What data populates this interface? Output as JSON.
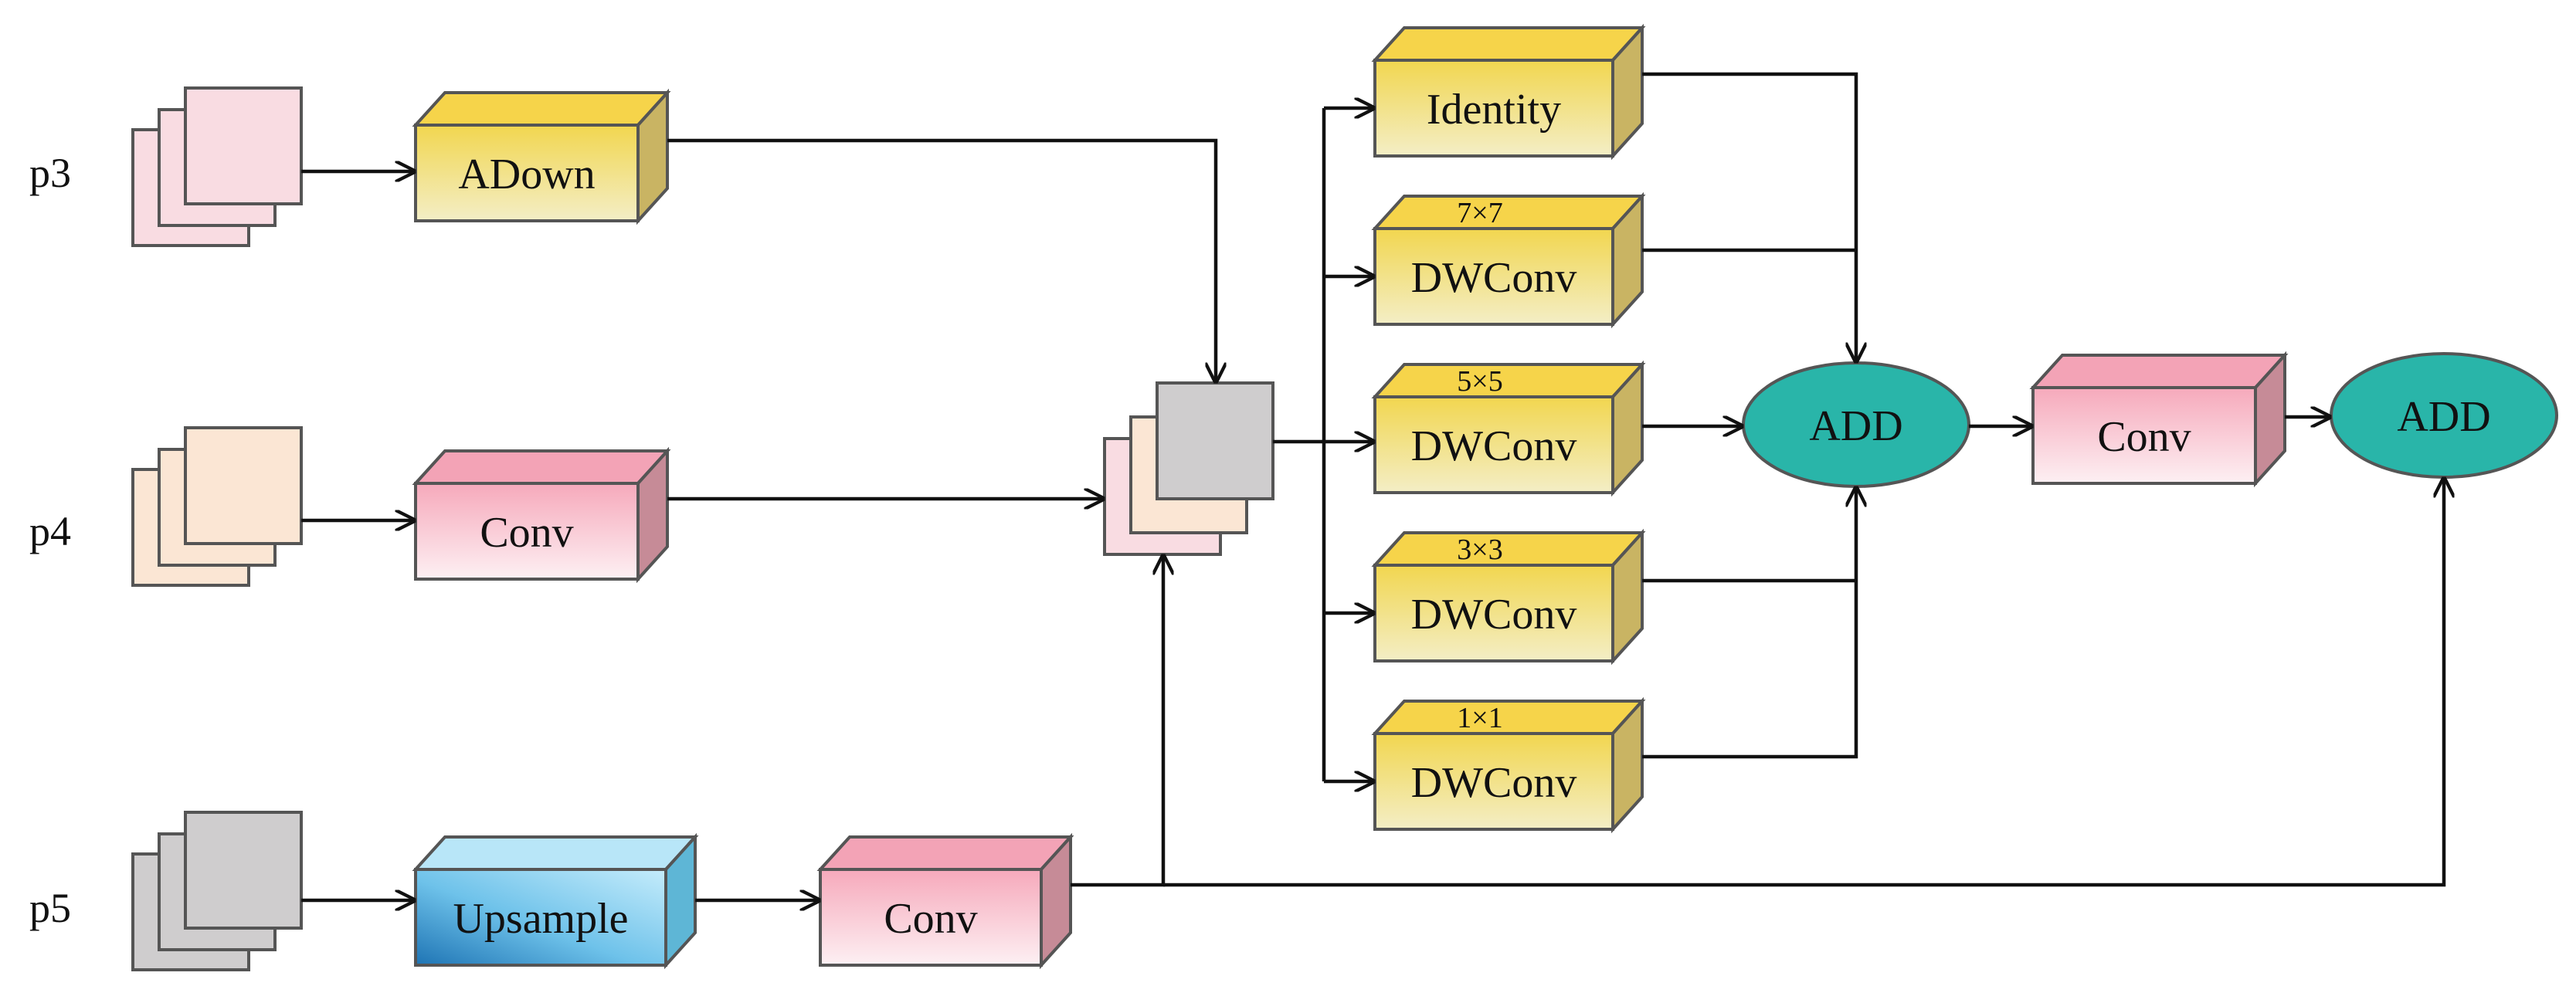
{
  "inputs": {
    "p3": {
      "label": "p3",
      "color": "#f9dce2"
    },
    "p4": {
      "label": "p4",
      "color": "#fbe6d4"
    },
    "p5": {
      "label": "p5",
      "color": "#cfcdce"
    }
  },
  "blocks": {
    "adown": {
      "label": "ADown"
    },
    "conv_p4": {
      "label": "Conv"
    },
    "upsample": {
      "label": "Upsample"
    },
    "conv_p5": {
      "label": "Conv"
    },
    "identity": {
      "label": "Identity"
    },
    "dw7": {
      "label": "DWConv",
      "kernel": "7×7"
    },
    "dw5": {
      "label": "DWConv",
      "kernel": "5×5"
    },
    "dw3": {
      "label": "DWConv",
      "kernel": "3×3"
    },
    "dw1": {
      "label": "DWConv",
      "kernel": "1×1"
    },
    "conv_out": {
      "label": "Conv"
    },
    "add1": {
      "label": "ADD"
    },
    "add2": {
      "label": "ADD"
    }
  },
  "colors": {
    "yellow_top": "#f6d44a",
    "yellow_front": "#f1e39a",
    "yellow_side": "#c9b463",
    "pink_top": "#f3a3b6",
    "pink_front": "#f9c4cf",
    "pink_side": "#c68b97",
    "blue_top": "#9fdcf3",
    "blue_front": "#4fb0e0",
    "blue_side": "#5eb6d6",
    "add_fill": "#29b5a9",
    "stack_gray": "#cfcdce",
    "stack_peach": "#fbe6d4",
    "stack_pink": "#f9dce2"
  }
}
